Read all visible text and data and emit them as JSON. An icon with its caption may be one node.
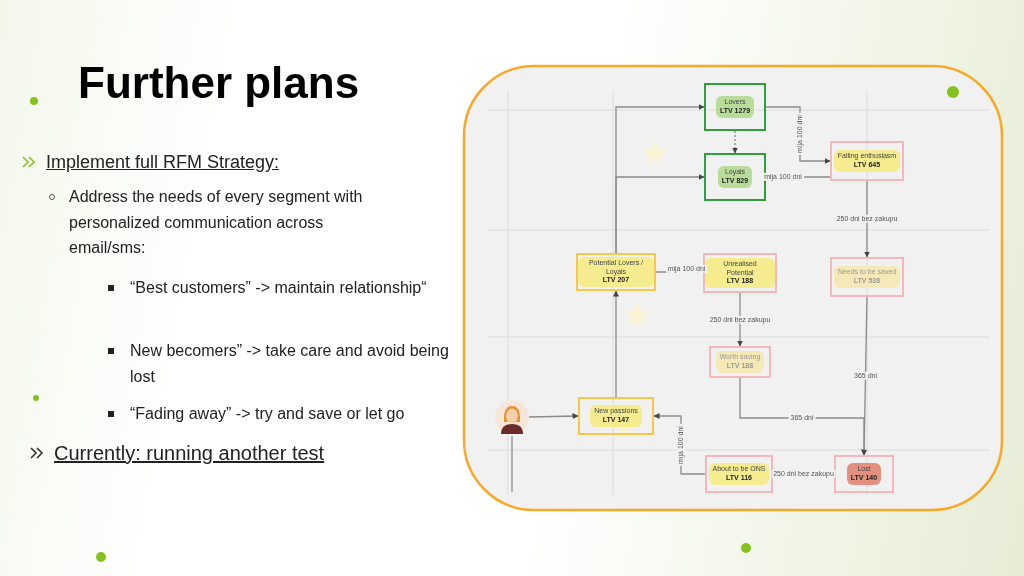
{
  "diagram": {
    "title": "Further plans",
    "nodes": [
      {
        "text": [
          "Lovers",
          "LTV 1279"
        ]
      },
      {
        "text": [
          "Loyals",
          "LTV 829"
        ]
      },
      {
        "text": [
          "Falling enthusiasm",
          "LTV 645"
        ]
      },
      {
        "text": [
          "Potential Lovers / Loyals",
          "LTV 207"
        ]
      },
      {
        "text": [
          "Unrealised Potential",
          "LTV 188"
        ]
      },
      {
        "text": [
          "Needs to be saved",
          "LTV 538"
        ]
      },
      {
        "text": [
          "Worth saving",
          "LTV 188"
        ]
      },
      {
        "text": [],
        "shape": "person"
      },
      {
        "text": [
          "New passions",
          "LTV 147"
        ]
      },
      {
        "text": [
          "About to be ONS",
          "LTV 116"
        ]
      },
      {
        "text": [
          "Lost",
          "LTV 140"
        ]
      }
    ],
    "edges": [
      {
        "from": 3,
        "to": 0,
        "arrow": "to"
      },
      {
        "from": 3,
        "to": 1,
        "arrow": "to"
      },
      {
        "from": 8,
        "to": 3,
        "arrow": "to"
      },
      {
        "from": 7,
        "to": 8,
        "arrow": "to"
      },
      {
        "from": 0,
        "to": 1,
        "arrow": "to",
        "style": "dashed"
      },
      {
        "from": 0,
        "to": 2,
        "arrow": "to",
        "label": "mija 100 dni"
      },
      {
        "from": 2,
        "to": 1,
        "arrow": "to",
        "label": "mija 100 dni"
      },
      {
        "from": 3,
        "to": 4,
        "arrow": "to",
        "label": "mija 100 dni"
      },
      {
        "from": 2,
        "to": 5,
        "arrow": "to",
        "label": "250 dni bez zakupu"
      },
      {
        "from": 4,
        "to": 6,
        "arrow": "to",
        "label": "250 dni bez zakupu"
      },
      {
        "from": 5,
        "to": 10,
        "arrow": "to",
        "label": "365 dni"
      },
      {
        "from": 6,
        "to": 10,
        "arrow": "to",
        "label": "365 dni"
      },
      {
        "from": 9,
        "to": 8,
        "arrow": "to",
        "label": "mija 100 dni"
      },
      {
        "from": 9,
        "to": 10,
        "arrow": "to",
        "label": "250 dni bez zakupu"
      }
    ],
    "labels": [
      "Implement full RFM Strategy:",
      "Address the needs of every segment with personalized communication across email/sms:",
      "“Best customers” -> maintain relationship“",
      "New becomers” -> take care and avoid being lost",
      "“Fading away” -> try and save or let go",
      "Currently: running another test"
    ]
  }
}
